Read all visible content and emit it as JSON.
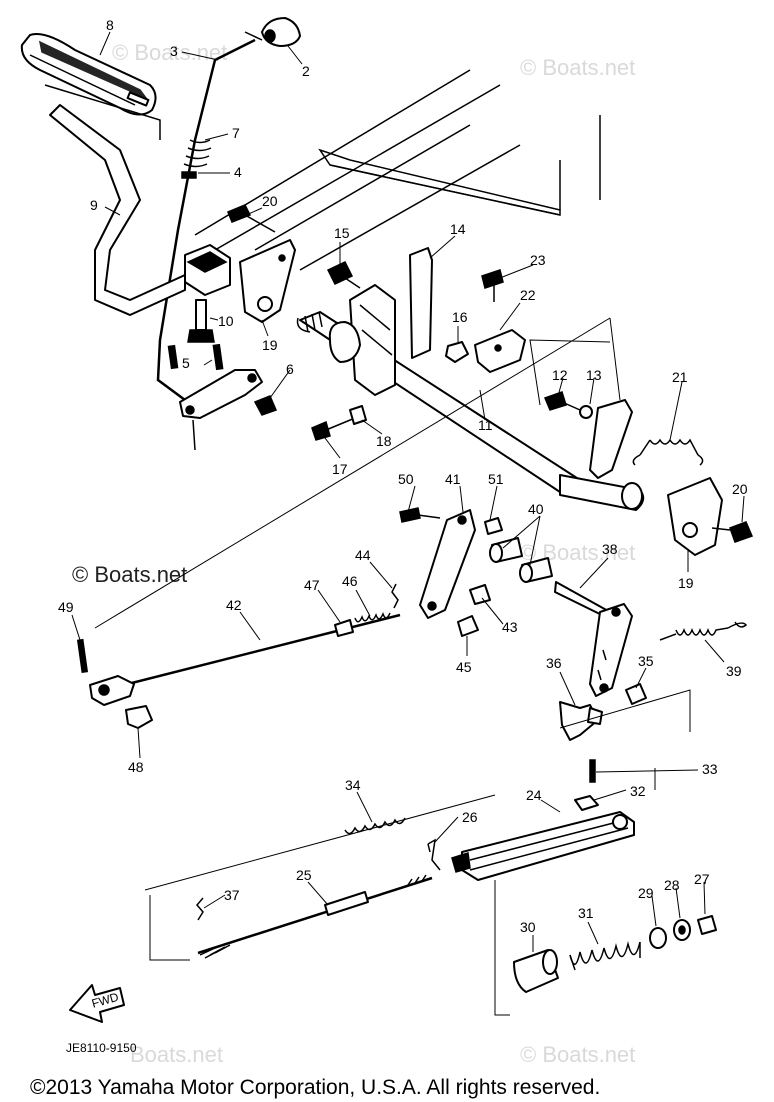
{
  "watermarks": {
    "brand": "© Boats.net",
    "brand_short": "Boats.net"
  },
  "diagram_code": "JE8110-9150",
  "direction_arrow": "FWD",
  "copyright": "©2013 Yamaha Motor Corporation, U.S.A. All rights reserved.",
  "callouts": {
    "c8": "8",
    "c2": "2",
    "c3": "3",
    "c7": "7",
    "c4": "4",
    "c9": "9",
    "c20a": "20",
    "c15": "15",
    "c14": "14",
    "c23": "23",
    "c22": "22",
    "c10": "10",
    "c5": "5",
    "c19a": "19",
    "c6": "6",
    "c16": "16",
    "c12": "12",
    "c13": "13",
    "c21": "21",
    "c17": "17",
    "c18": "18",
    "c11": "11",
    "c50": "50",
    "c41": "41",
    "c51": "51",
    "c40": "40",
    "c20b": "20",
    "c19b": "19",
    "c44": "44",
    "c47": "47",
    "c46": "46",
    "c42": "42",
    "c49": "49",
    "c38": "38",
    "c43": "43",
    "c45": "45",
    "c36": "36",
    "c35": "35",
    "c39": "39",
    "c48": "48",
    "c34": "34",
    "c33": "33",
    "c32": "32",
    "c24": "24",
    "c26": "26",
    "c25": "25",
    "c37": "37",
    "c29": "29",
    "c28": "28",
    "c27": "27",
    "c30": "30",
    "c31": "31"
  }
}
